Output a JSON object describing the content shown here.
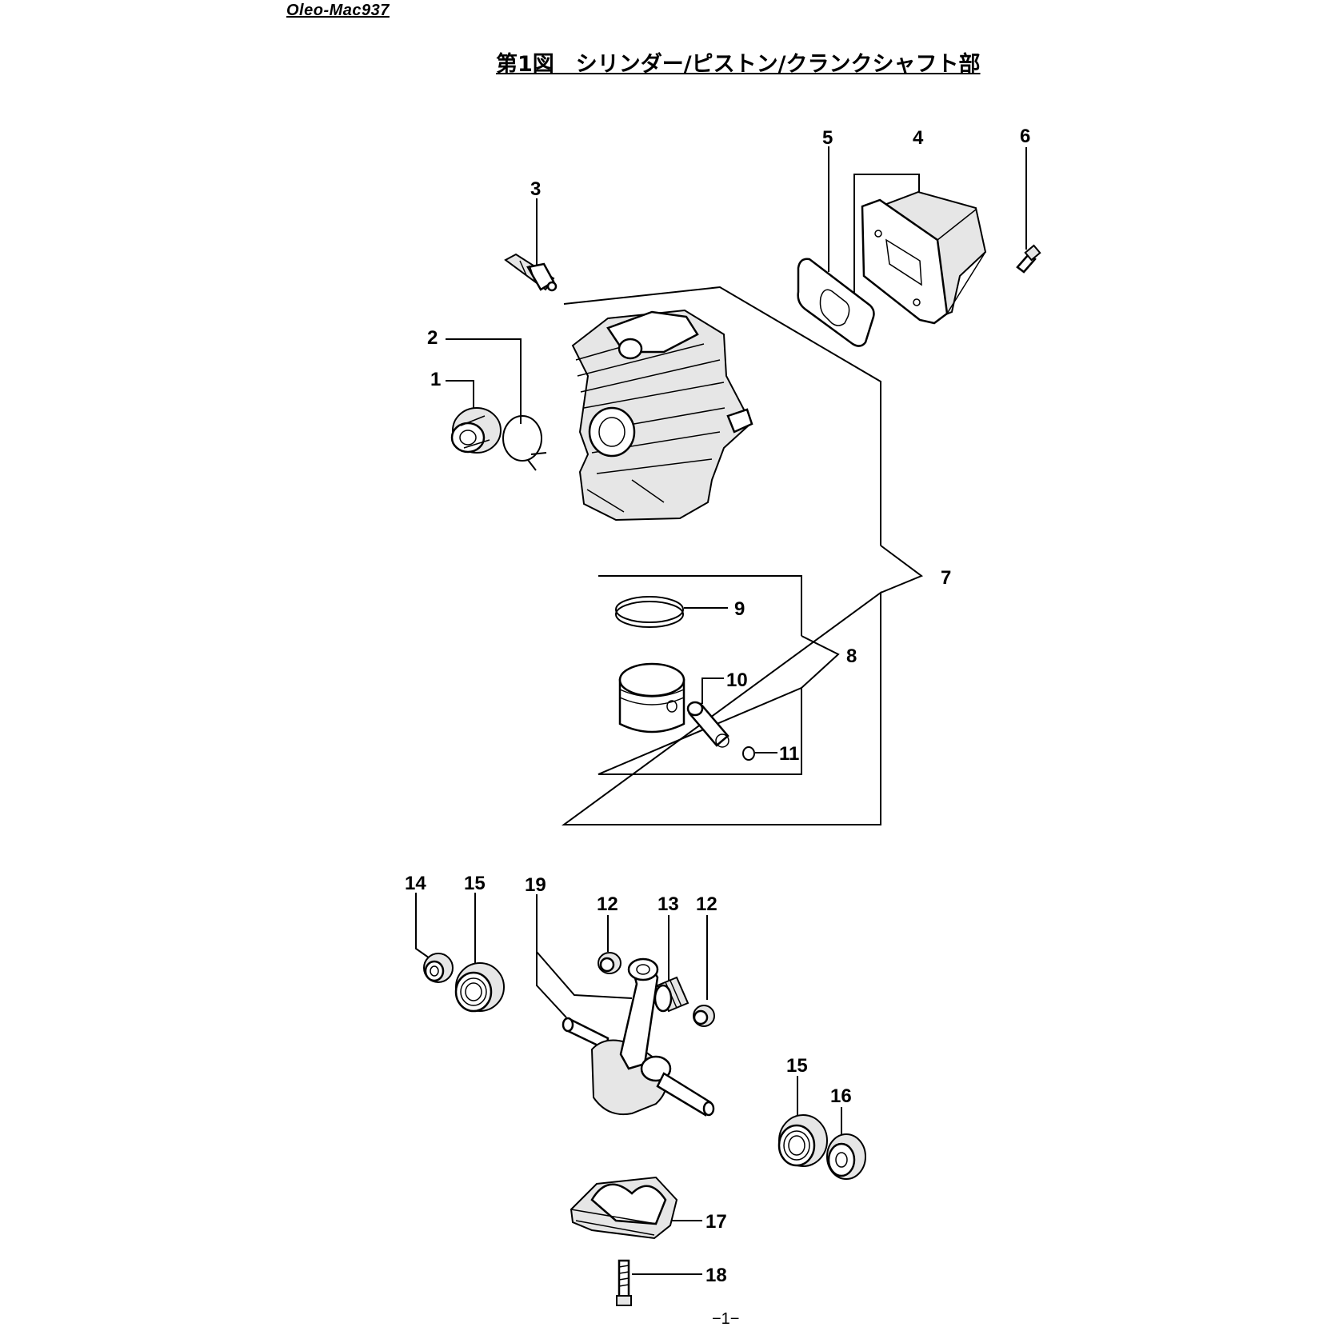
{
  "header": {
    "model": "Oleo-Mac937",
    "title": "第1図　シリンダー/ピストン/クランクシャフト部"
  },
  "footer": {
    "page": "−1−"
  },
  "callouts": [
    "1",
    "2",
    "3",
    "4",
    "5",
    "6",
    "7",
    "8",
    "9",
    "10",
    "11",
    "12",
    "13",
    "12",
    "14",
    "15",
    "19",
    "15",
    "16",
    "17",
    "18"
  ]
}
